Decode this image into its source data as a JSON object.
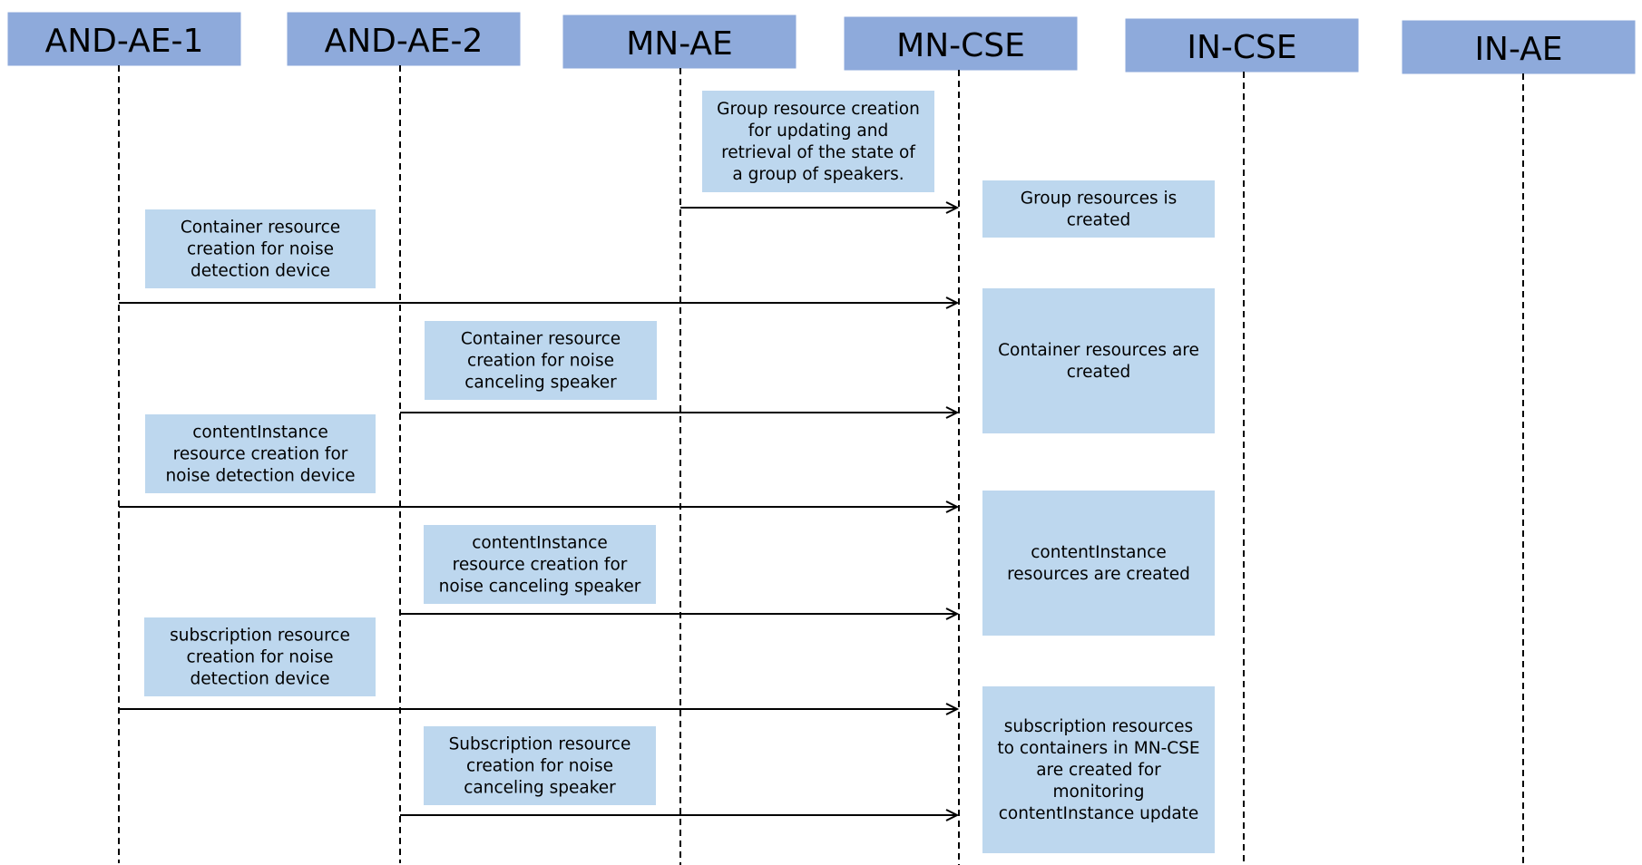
{
  "lifelines": [
    {
      "id": "and-ae-1",
      "label": "AND-AE-1"
    },
    {
      "id": "and-ae-2",
      "label": "AND-AE-2"
    },
    {
      "id": "mn-ae",
      "label": "MN-AE"
    },
    {
      "id": "mn-cse",
      "label": "MN-CSE"
    },
    {
      "id": "in-cse",
      "label": "IN-CSE"
    },
    {
      "id": "in-ae",
      "label": "IN-AE"
    }
  ],
  "messages": [
    {
      "id": "group-resource-creation",
      "from": "mn-ae",
      "to": "mn-cse",
      "text": [
        "Group resource creation",
        "for updating and",
        "retrieval of the state of",
        "a group of speakers."
      ]
    },
    {
      "id": "container-noise-detection",
      "from": "and-ae-1",
      "to": "mn-cse",
      "text": [
        "Container resource",
        "creation for noise",
        "detection device"
      ]
    },
    {
      "id": "container-noise-canceling",
      "from": "and-ae-2",
      "to": "mn-cse",
      "text": [
        "Container resource",
        "creation for noise",
        "canceling speaker"
      ]
    },
    {
      "id": "contentinstance-noise-detection",
      "from": "and-ae-1",
      "to": "mn-cse",
      "text": [
        "contentInstance",
        "resource creation for",
        "noise detection device"
      ]
    },
    {
      "id": "contentinstance-noise-canceling",
      "from": "and-ae-2",
      "to": "mn-cse",
      "text": [
        "contentInstance",
        "resource creation for",
        "noise canceling speaker"
      ]
    },
    {
      "id": "subscription-noise-detection",
      "from": "and-ae-1",
      "to": "mn-cse",
      "text": [
        "subscription resource",
        "creation for noise",
        "detection device"
      ]
    },
    {
      "id": "subscription-noise-canceling",
      "from": "and-ae-2",
      "to": "mn-cse",
      "text": [
        "Subscription resource",
        "creation for noise",
        "canceling speaker"
      ]
    }
  ],
  "results": [
    {
      "id": "group-created",
      "text": [
        "Group resources is",
        "created"
      ]
    },
    {
      "id": "container-created",
      "text": [
        "Container resources are",
        "created"
      ]
    },
    {
      "id": "contentinstance-created",
      "text": [
        "contentInstance",
        "resources are created"
      ]
    },
    {
      "id": "subscription-created",
      "text": [
        "subscription resources",
        "to containers in MN-CSE",
        "are created for",
        "monitoring",
        "contentInstance update"
      ]
    }
  ]
}
